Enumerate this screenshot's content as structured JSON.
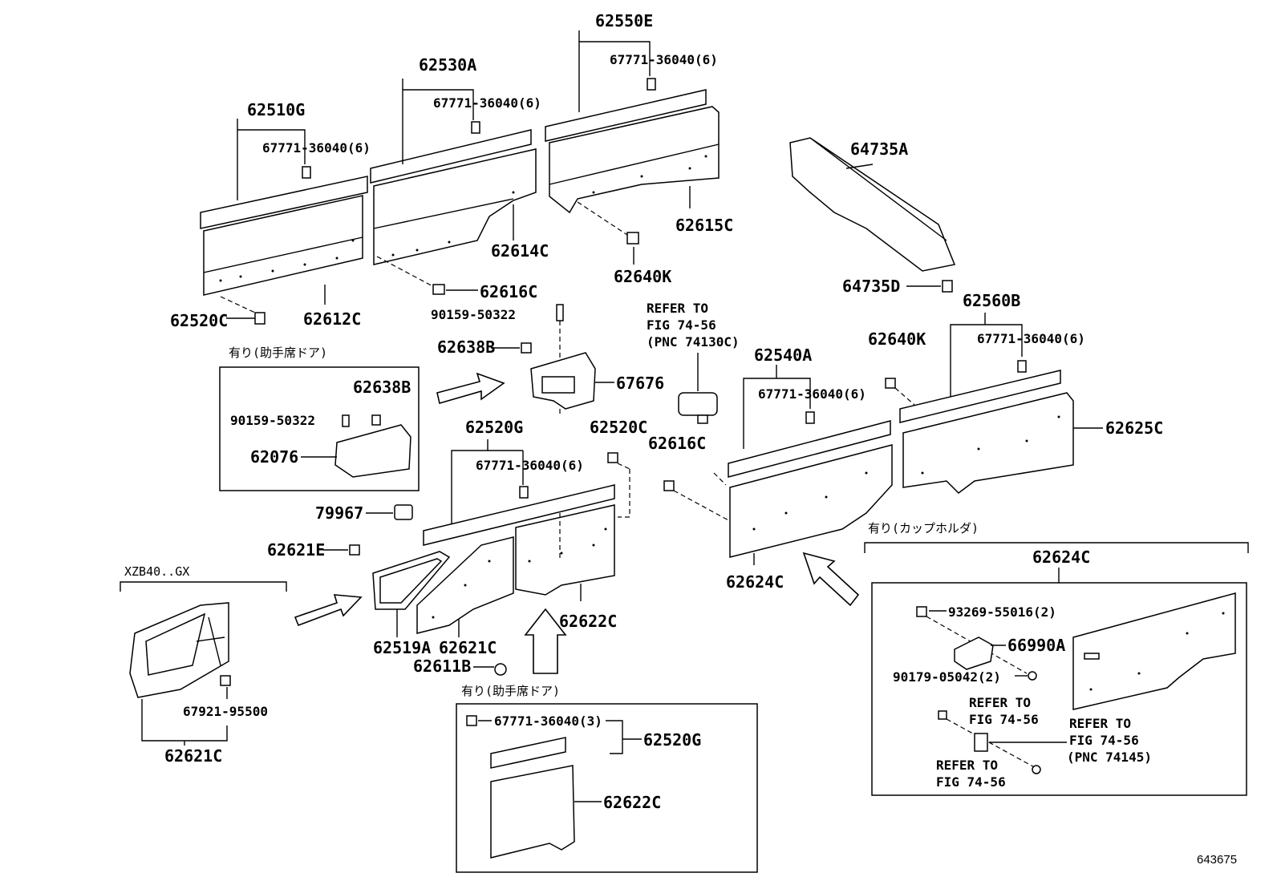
{
  "diagram_id": "643675",
  "labels": {
    "p62550E": "62550E",
    "p62530A": "62530A",
    "p62510G": "62510G",
    "clip_6": "67771-36040(6)",
    "clip_3": "67771-36040(3)",
    "p64735A": "64735A",
    "p64735D": "64735D",
    "p62615C": "62615C",
    "p62614C": "62614C",
    "p62640K": "62640K",
    "p62616C": "62616C",
    "p62612C": "62612C",
    "p62520C": "62520C",
    "p90159": "90159-50322",
    "p62638B": "62638B",
    "p67676": "67676",
    "p62076": "62076",
    "p79967": "79967",
    "p62621E": "62621E",
    "p62520G": "62520G",
    "p62519A": "62519A",
    "p62621C": "62621C",
    "p62622C": "62622C",
    "p62611B": "62611B",
    "p67921": "67921-95500",
    "p62560B": "62560B",
    "p62540A": "62540A",
    "p62625C": "62625C",
    "p62624C": "62624C",
    "p93269": "93269-55016(2)",
    "p66990A": "66990A",
    "p90179": "90179-05042(2)",
    "refer_to": "REFER TO",
    "fig_7456": "FIG 74-56",
    "pnc_74130C": "(PNC 74130C)",
    "pnc_74145": "(PNC 74145)",
    "xzb": "XZB40..GX",
    "ari_passenger": "有り(助手席ドア)",
    "ari_cupholder": "有り(カップホルダ)"
  }
}
